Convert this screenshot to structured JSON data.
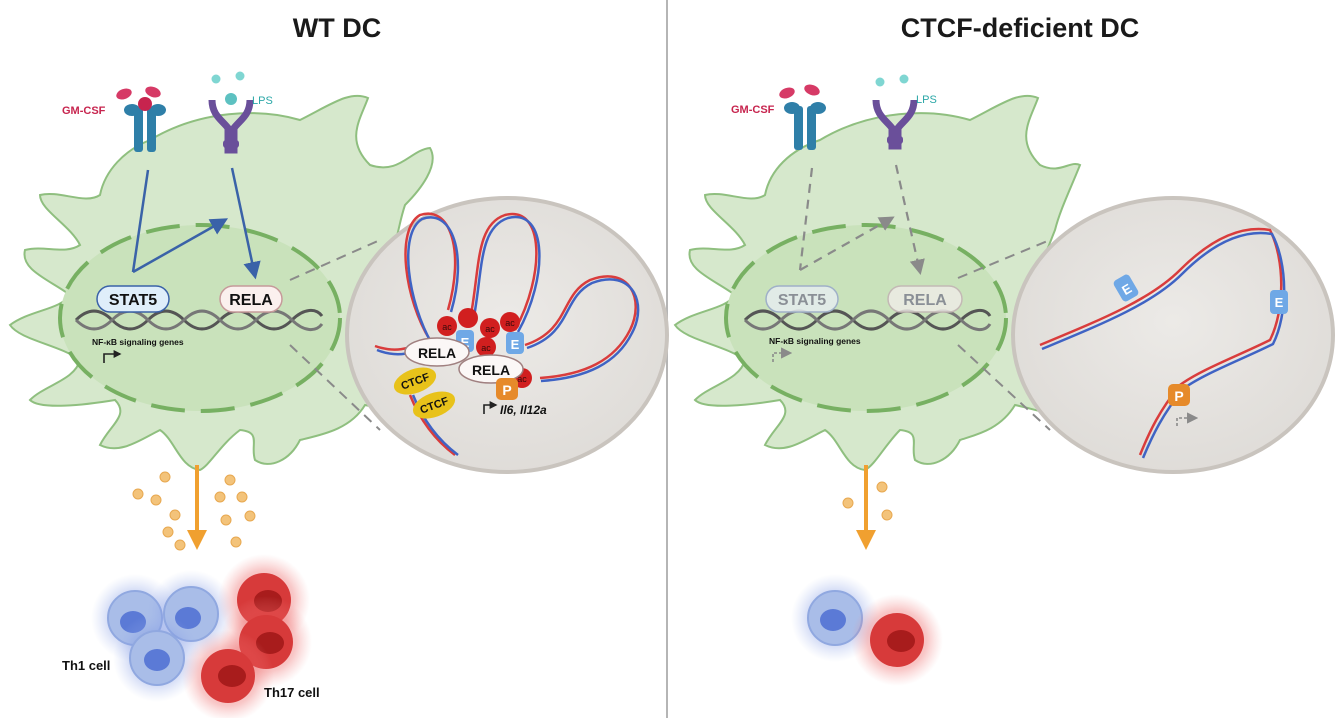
{
  "panels": {
    "left": {
      "title": "WT DC",
      "gmcsf_label": "GM-CSF",
      "lps_label": "LPS",
      "stat5_label": "STAT5",
      "rela_label": "RELA",
      "genes_label": "NF-κB signaling genes",
      "zoom": {
        "rela_1": "RELA",
        "rela_2": "RELA",
        "ctcf_1": "CTCF",
        "ctcf_2": "CTCF",
        "enhancer_1": "E",
        "enhancer_2": "E",
        "promoter": "P",
        "ac": "ac",
        "target_genes": "Il6, Il12a"
      },
      "th1_label": "Th1 cell",
      "th17_label": "Th17 cell"
    },
    "right": {
      "title": "CTCF-deficient DC",
      "gmcsf_label": "GM-CSF",
      "lps_label": "LPS",
      "stat5_label": "STAT5",
      "rela_label": "RELA",
      "genes_label": "NF-κB signaling genes",
      "zoom": {
        "enhancer_1": "E",
        "enhancer_2": "E",
        "promoter": "P"
      }
    }
  },
  "colors": {
    "cell_fill": "#d6e8cc",
    "cell_stroke": "#8fbf7f",
    "nucleus_dash": "#77b062",
    "arrow_blue": "#3a62a8",
    "arrow_gray": "#8a8a8a",
    "dna_red": "#d93c3c",
    "dna_blue": "#3f63c4",
    "ctcf_yellow": "#e8c21a",
    "enhancer_blue": "#6fa8e6",
    "promoter_orange": "#e68a2a",
    "ac_red": "#d11f1f",
    "cytokine_orange": "#f3c37a",
    "secretion_arrow": "#f0a030",
    "th1_blue": "#8aa3e0",
    "th17_red": "#d93535",
    "zoom_bg": "#e4e2df"
  }
}
